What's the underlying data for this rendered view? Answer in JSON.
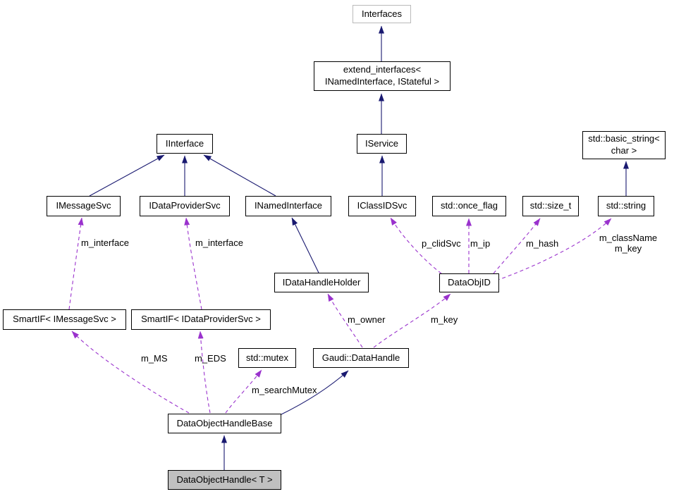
{
  "diagram": {
    "kind": "collaboration-graph",
    "focus_node": "DataObjectHandle< T >"
  },
  "colors": {
    "inheritance_edge": "#191970",
    "usage_edge": "#9a32cd",
    "node_border": "#000000",
    "truncated_node_border": "#bababa",
    "focus_node_fill": "#c0c0c0",
    "node_fill": "#ffffff",
    "text": "#000000",
    "background": "#ffffff"
  },
  "nodes": {
    "interfaces": {
      "label": "Interfaces"
    },
    "extend_interfaces": {
      "line1": "extend_interfaces<",
      "line2": "INamedInterface, IStateful >"
    },
    "iinterface": {
      "label": "IInterface"
    },
    "iservice": {
      "label": "IService"
    },
    "basic_string": {
      "line1": "std::basic_string<",
      "line2": "char >"
    },
    "imessagesvc": {
      "label": "IMessageSvc"
    },
    "idataprovidersvc": {
      "label": "IDataProviderSvc"
    },
    "inamedinterface": {
      "label": "INamedInterface"
    },
    "iclassidsvc": {
      "label": "IClassIDSvc"
    },
    "once_flag": {
      "label": "std::once_flag"
    },
    "size_t": {
      "label": "std::size_t"
    },
    "string": {
      "label": "std::string"
    },
    "idatahandleholder": {
      "label": "IDataHandleHolder"
    },
    "dataobjid": {
      "label": "DataObjID"
    },
    "smartif_imessagesvc": {
      "label": "SmartIF< IMessageSvc >"
    },
    "smartif_idataprovidersvc": {
      "label": "SmartIF< IDataProviderSvc >"
    },
    "mutex": {
      "label": "std::mutex"
    },
    "gaudi_datahandle": {
      "label": "Gaudi::DataHandle"
    },
    "dataobjecthandlebase": {
      "label": "DataObjectHandleBase"
    },
    "dataobjecthandle": {
      "label": "DataObjectHandle< T >"
    }
  },
  "edge_labels": {
    "m_interface": "m_interface",
    "p_clidSvc": "p_clidSvc",
    "m_ip": "m_ip",
    "m_hash": "m_hash",
    "m_className": "m_className",
    "m_key": "m_key",
    "m_owner": "m_owner",
    "m_MS": "m_MS",
    "m_EDS": "m_EDS",
    "m_searchMutex": "m_searchMutex"
  }
}
